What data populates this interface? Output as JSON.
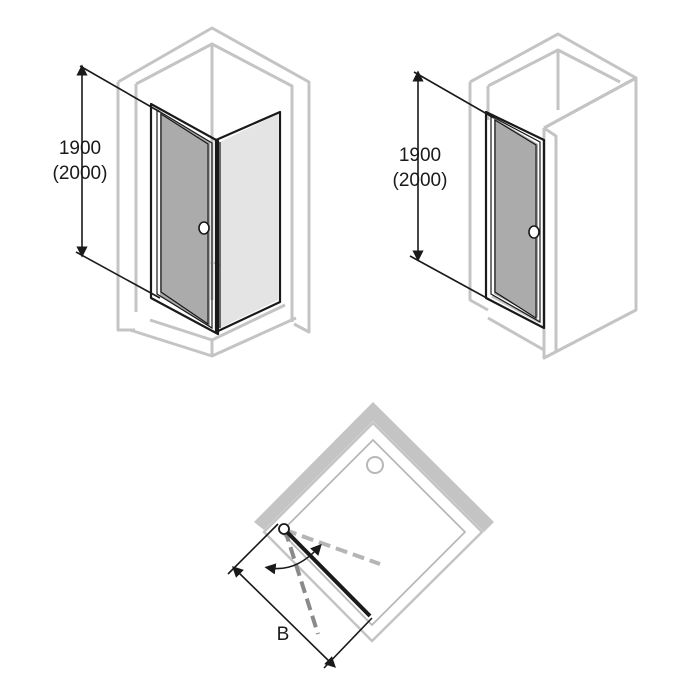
{
  "views": {
    "corner_view": {
      "height_label": "1900",
      "height_label_alt": "(2000)"
    },
    "niche_view": {
      "height_label": "1900",
      "height_label_alt": "(2000)"
    },
    "plan_view": {
      "width_label": "B"
    }
  },
  "colors": {
    "wall": "#c4c4c4",
    "frame": "#1a1a1a",
    "glass": "#ababab",
    "swing_path": "#a0a0a0",
    "open_door": "#8a8a8a"
  }
}
